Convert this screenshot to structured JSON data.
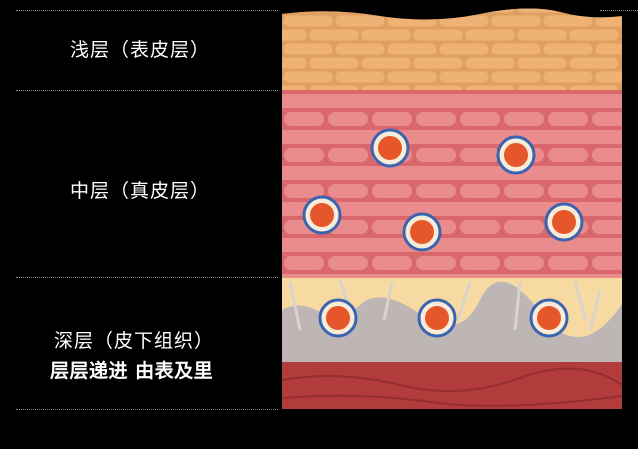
{
  "layers": {
    "shallow": {
      "label": "浅层（表皮层）"
    },
    "middle": {
      "label": "中层（真皮层）"
    },
    "deep": {
      "label": "深层（皮下组织）",
      "subtitle": "层层递进  由表及里"
    }
  },
  "colors": {
    "epidermis": "#e8a86a",
    "dermis": "#e4797c",
    "subcutaneous": "#f7d9a2",
    "muscle": "#b84040",
    "particle_core": "#e5562b",
    "particle_ring": "#3a64b0"
  }
}
